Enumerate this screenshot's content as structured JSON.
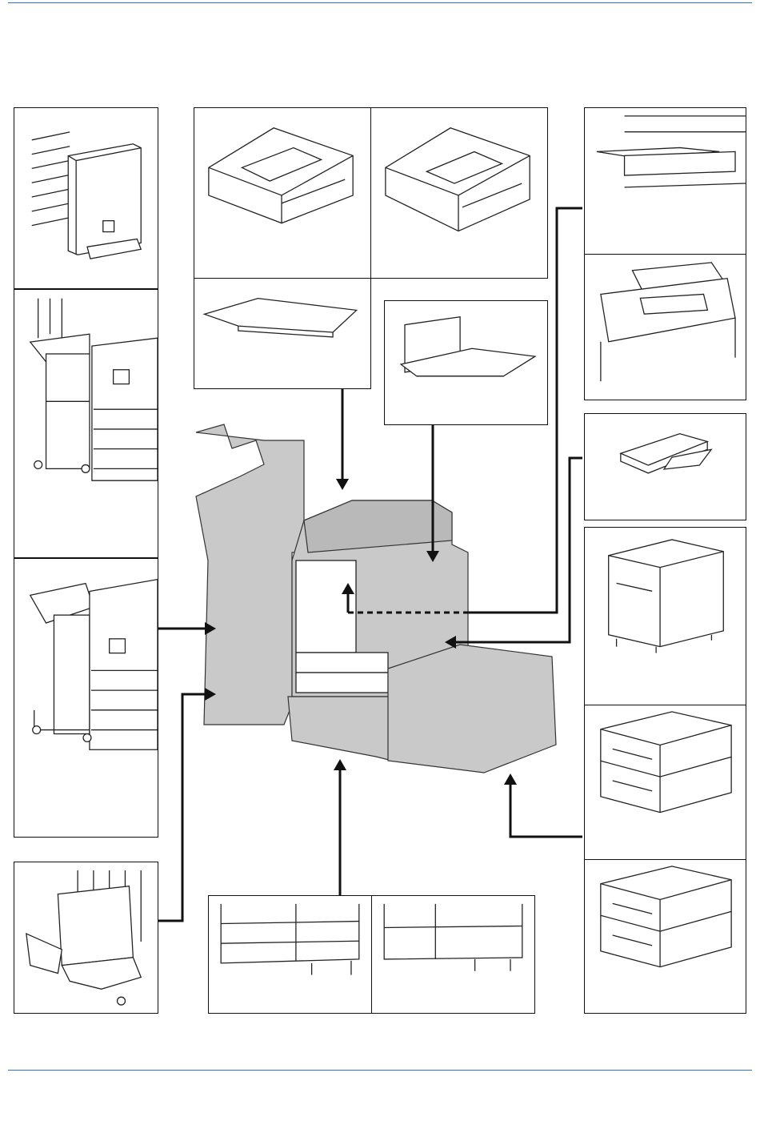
{
  "colors": {
    "rule": "#2e6fd0",
    "panel_border": "#111111",
    "machine_fill": "#c9c9c9",
    "arrow": "#111111"
  },
  "panels": [
    {
      "name": "finisher-option-a",
      "icon": "multi-tray-finisher"
    },
    {
      "name": "finisher-option-b",
      "icon": "document-finisher-installed"
    },
    {
      "name": "finisher-option-c",
      "icon": "finisher-with-bridge"
    },
    {
      "name": "folding-unit-option",
      "icon": "folding-unit"
    },
    {
      "name": "document-processor-option-a",
      "icon": "document-processor"
    },
    {
      "name": "document-processor-option-b",
      "icon": "dual-scan-document-processor"
    },
    {
      "name": "original-cover-option",
      "icon": "original-cover"
    },
    {
      "name": "multi-purpose-tray-option",
      "icon": "side-tray"
    },
    {
      "name": "job-separator-option",
      "icon": "job-separator"
    },
    {
      "name": "right-tray-option",
      "icon": "right-output-tray"
    },
    {
      "name": "bulk-tray-option",
      "icon": "side-feeder"
    },
    {
      "name": "side-deck-option",
      "icon": "side-deck"
    },
    {
      "name": "large-capacity-feeder-option",
      "icon": "large-capacity-feeder"
    },
    {
      "name": "paper-feeder-option-a",
      "icon": "paper-feeder"
    },
    {
      "name": "paper-feeder-option-b",
      "icon": "paper-feeder-3-tray"
    },
    {
      "name": "cassette-feeder-option-a",
      "icon": "cassette-feeder"
    },
    {
      "name": "cassette-feeder-option-b",
      "icon": "cassette-feeder"
    }
  ]
}
